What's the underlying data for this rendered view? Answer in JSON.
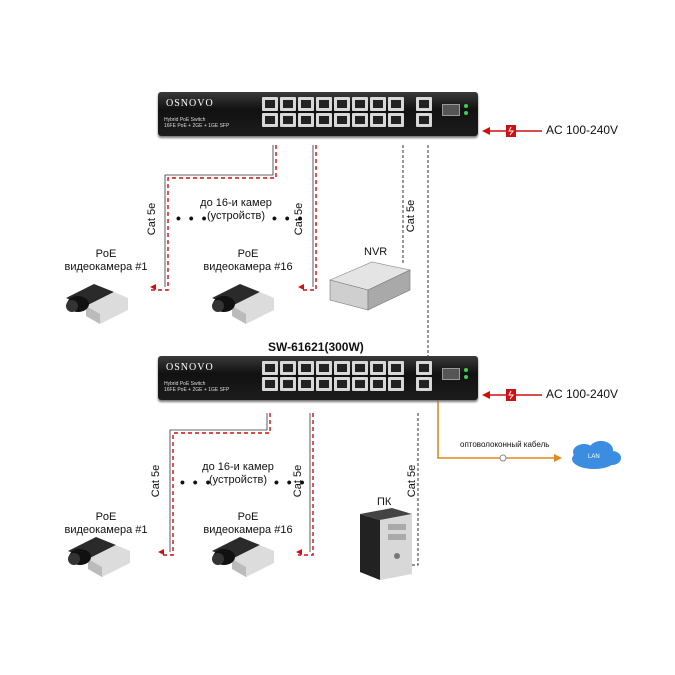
{
  "top_switch": {
    "brand": "OSNOVO",
    "desc_line1": "Hybrid PoE Switch",
    "desc_line2": "16FE PoE + 2GE + 1GE SFP"
  },
  "bottom_switch": {
    "model": "SW-61621(300W)",
    "brand": "OSNOVO",
    "desc_line1": "Hybrid PoE Switch",
    "desc_line2": "16FE PoE + 2GE + 1GE SFP"
  },
  "power": {
    "label": "AC 100-240V"
  },
  "cable": {
    "label": "Cat 5e"
  },
  "cameras": {
    "first": {
      "line1": "PoE",
      "line2": "видеокамера #1"
    },
    "last": {
      "line1": "PoE",
      "line2": "видеокамера #16"
    }
  },
  "cameras_note": {
    "line1": "до 16-и камер",
    "line2": "(устройств)",
    "dots": "• • •"
  },
  "nvr": {
    "label": "NVR"
  },
  "pc": {
    "label": "ПК"
  },
  "fiber": {
    "label": "оптоволоконный кабель"
  },
  "lan": {
    "label": "LAN"
  },
  "colors": {
    "poe_cable": "#cc1111",
    "fiber_cable": "#e08a1e",
    "power_arrow": "#cc1111",
    "cloud": "#3b8de0"
  }
}
